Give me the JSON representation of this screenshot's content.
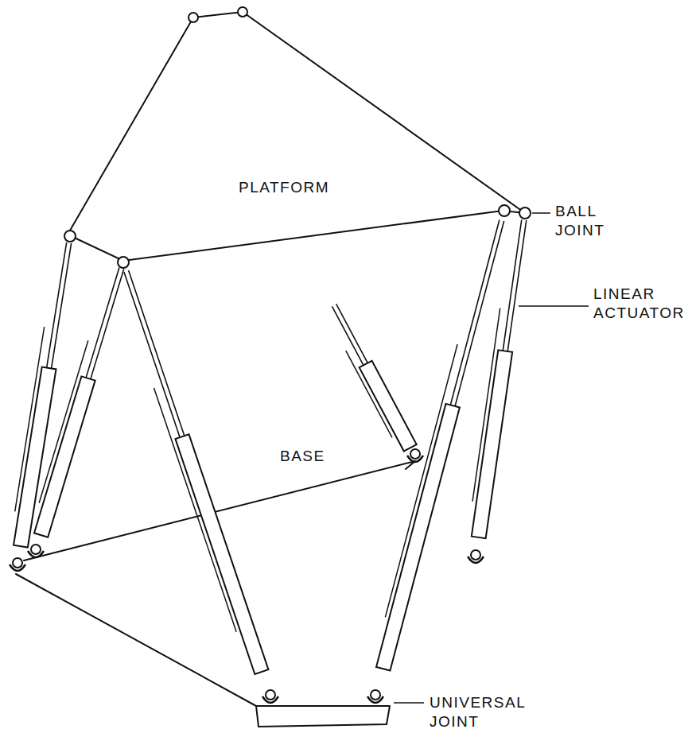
{
  "diagram": {
    "labels": [
      "PLATFORM",
      "BALL JOINT",
      "LINEAR ACTUATOR",
      "BASE",
      "UNIVERSAL JOINT"
    ]
  }
}
